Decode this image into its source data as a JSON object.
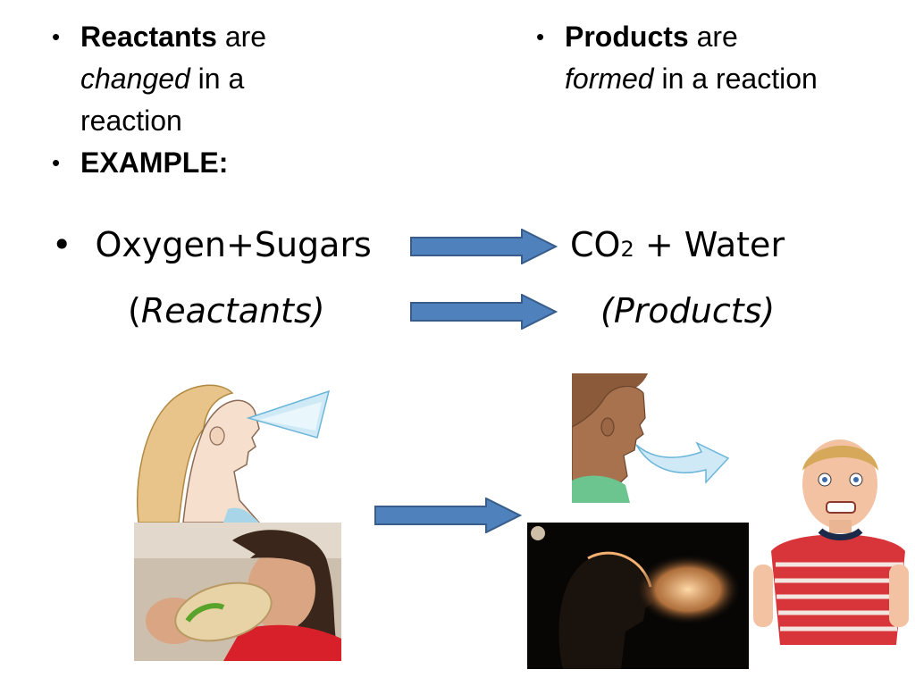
{
  "left_bullets": [
    {
      "bold": "Reactants",
      "text1": " are",
      "italic": "changed",
      "text2": " in a reaction"
    },
    {
      "bold": "EXAMPLE:"
    }
  ],
  "right_bullets": [
    {
      "bold": "Products",
      "text1": " are",
      "italic": "formed",
      "text2": " in a reaction"
    }
  ],
  "equation": {
    "bullet": "•",
    "reactants": "Oxygen+Sugars",
    "products_co": "CO",
    "products_sub": "2",
    "products_rest": " + Water",
    "reactants_label_open": "(",
    "reactants_label": "Reactants)",
    "products_label": "(Products)"
  },
  "colors": {
    "arrow_fill": "#4f81bd",
    "arrow_stroke": "#385d8a"
  },
  "icons": [
    "inhale-illustration",
    "exhale-illustration",
    "eating-photo",
    "breath-photo",
    "excited-boy-photo"
  ]
}
